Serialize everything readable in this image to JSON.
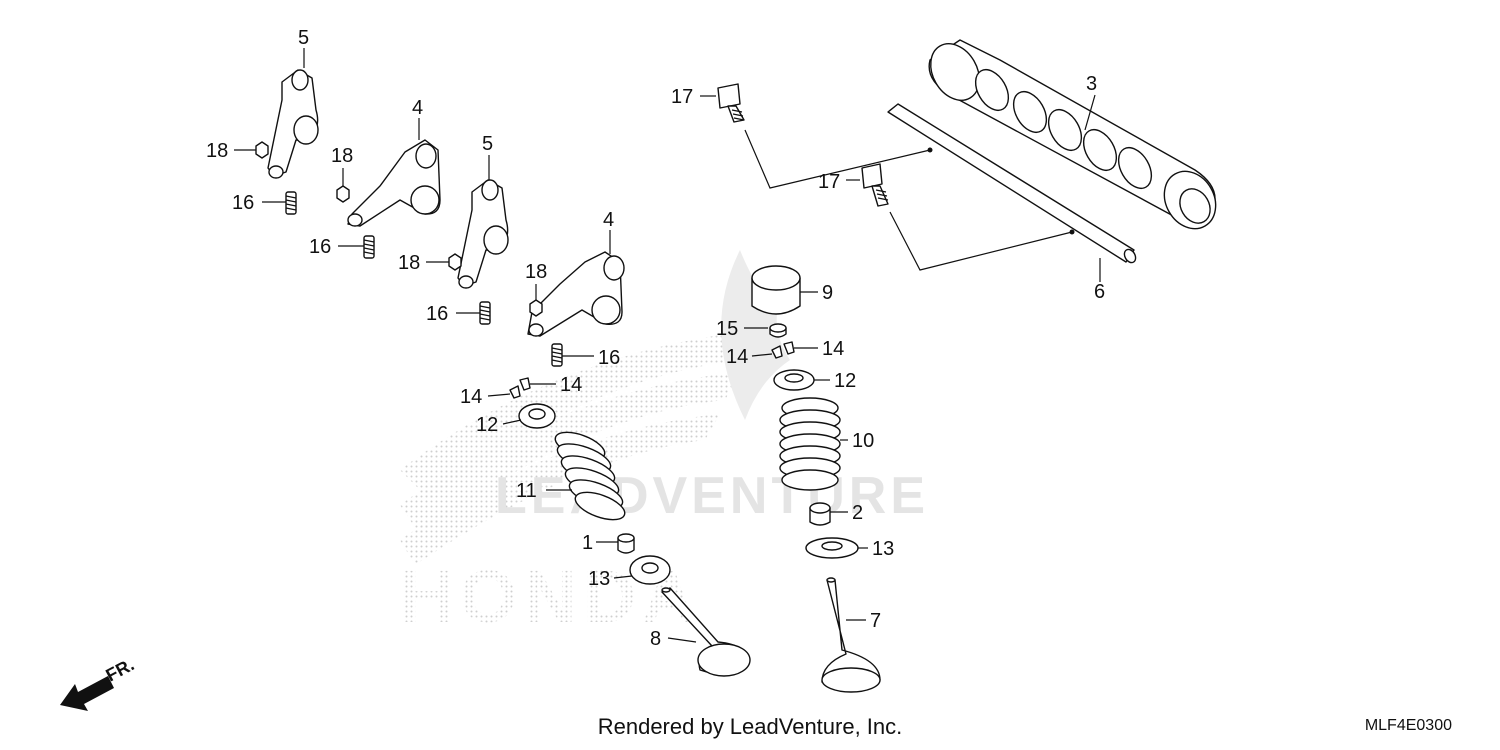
{
  "diagram_code": "MLF4E0300",
  "credit": "Rendered by LeadVenture, Inc.",
  "direction_label": "FR.",
  "watermark_text": "LEADVENTURE",
  "brand_watermark": "HONDA",
  "callouts": {
    "c1": "1",
    "c2": "2",
    "c3": "3",
    "c4a": "4",
    "c4b": "4",
    "c5a": "5",
    "c5b": "5",
    "c6": "6",
    "c7": "7",
    "c8": "8",
    "c9": "9",
    "c10": "10",
    "c11": "11",
    "c12a": "12",
    "c12b": "12",
    "c13a": "13",
    "c13b": "13",
    "c14a": "14",
    "c14b": "14",
    "c14c": "14",
    "c14d": "14",
    "c15": "15",
    "c16a": "16",
    "c16b": "16",
    "c16c": "16",
    "c16d": "16",
    "c17a": "17",
    "c17b": "17",
    "c18a": "18",
    "c18b": "18",
    "c18c": "18",
    "c18d": "18"
  },
  "colors": {
    "line": "#111111",
    "watermark": "#d6d6d6",
    "background": "#ffffff"
  },
  "icons": [
    "front-direction-arrow-icon"
  ]
}
